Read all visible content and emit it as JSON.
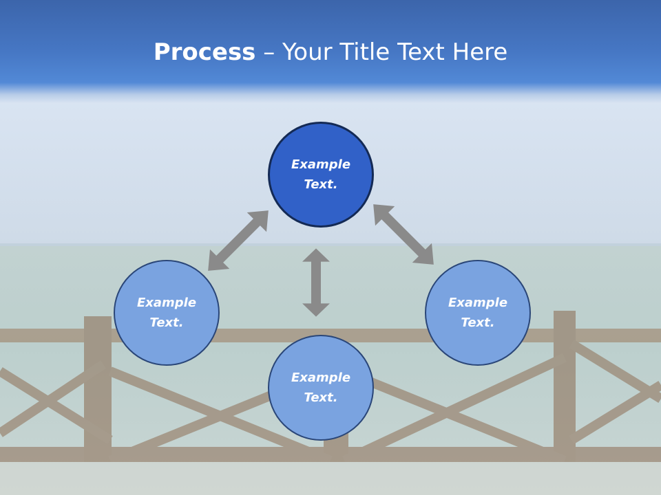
{
  "title": {
    "bold": "Process",
    "rest": " – Your Title Text Here"
  },
  "nodes": [
    {
      "label": "Example Text."
    },
    {
      "label": "Example Text."
    },
    {
      "label": "Example Text."
    },
    {
      "label": "Example Text."
    }
  ],
  "colors": {
    "header": "#4677c4",
    "primary_node": "#3161c8",
    "secondary_node": "#7aa3e0",
    "arrow": "#8a8a8a"
  }
}
